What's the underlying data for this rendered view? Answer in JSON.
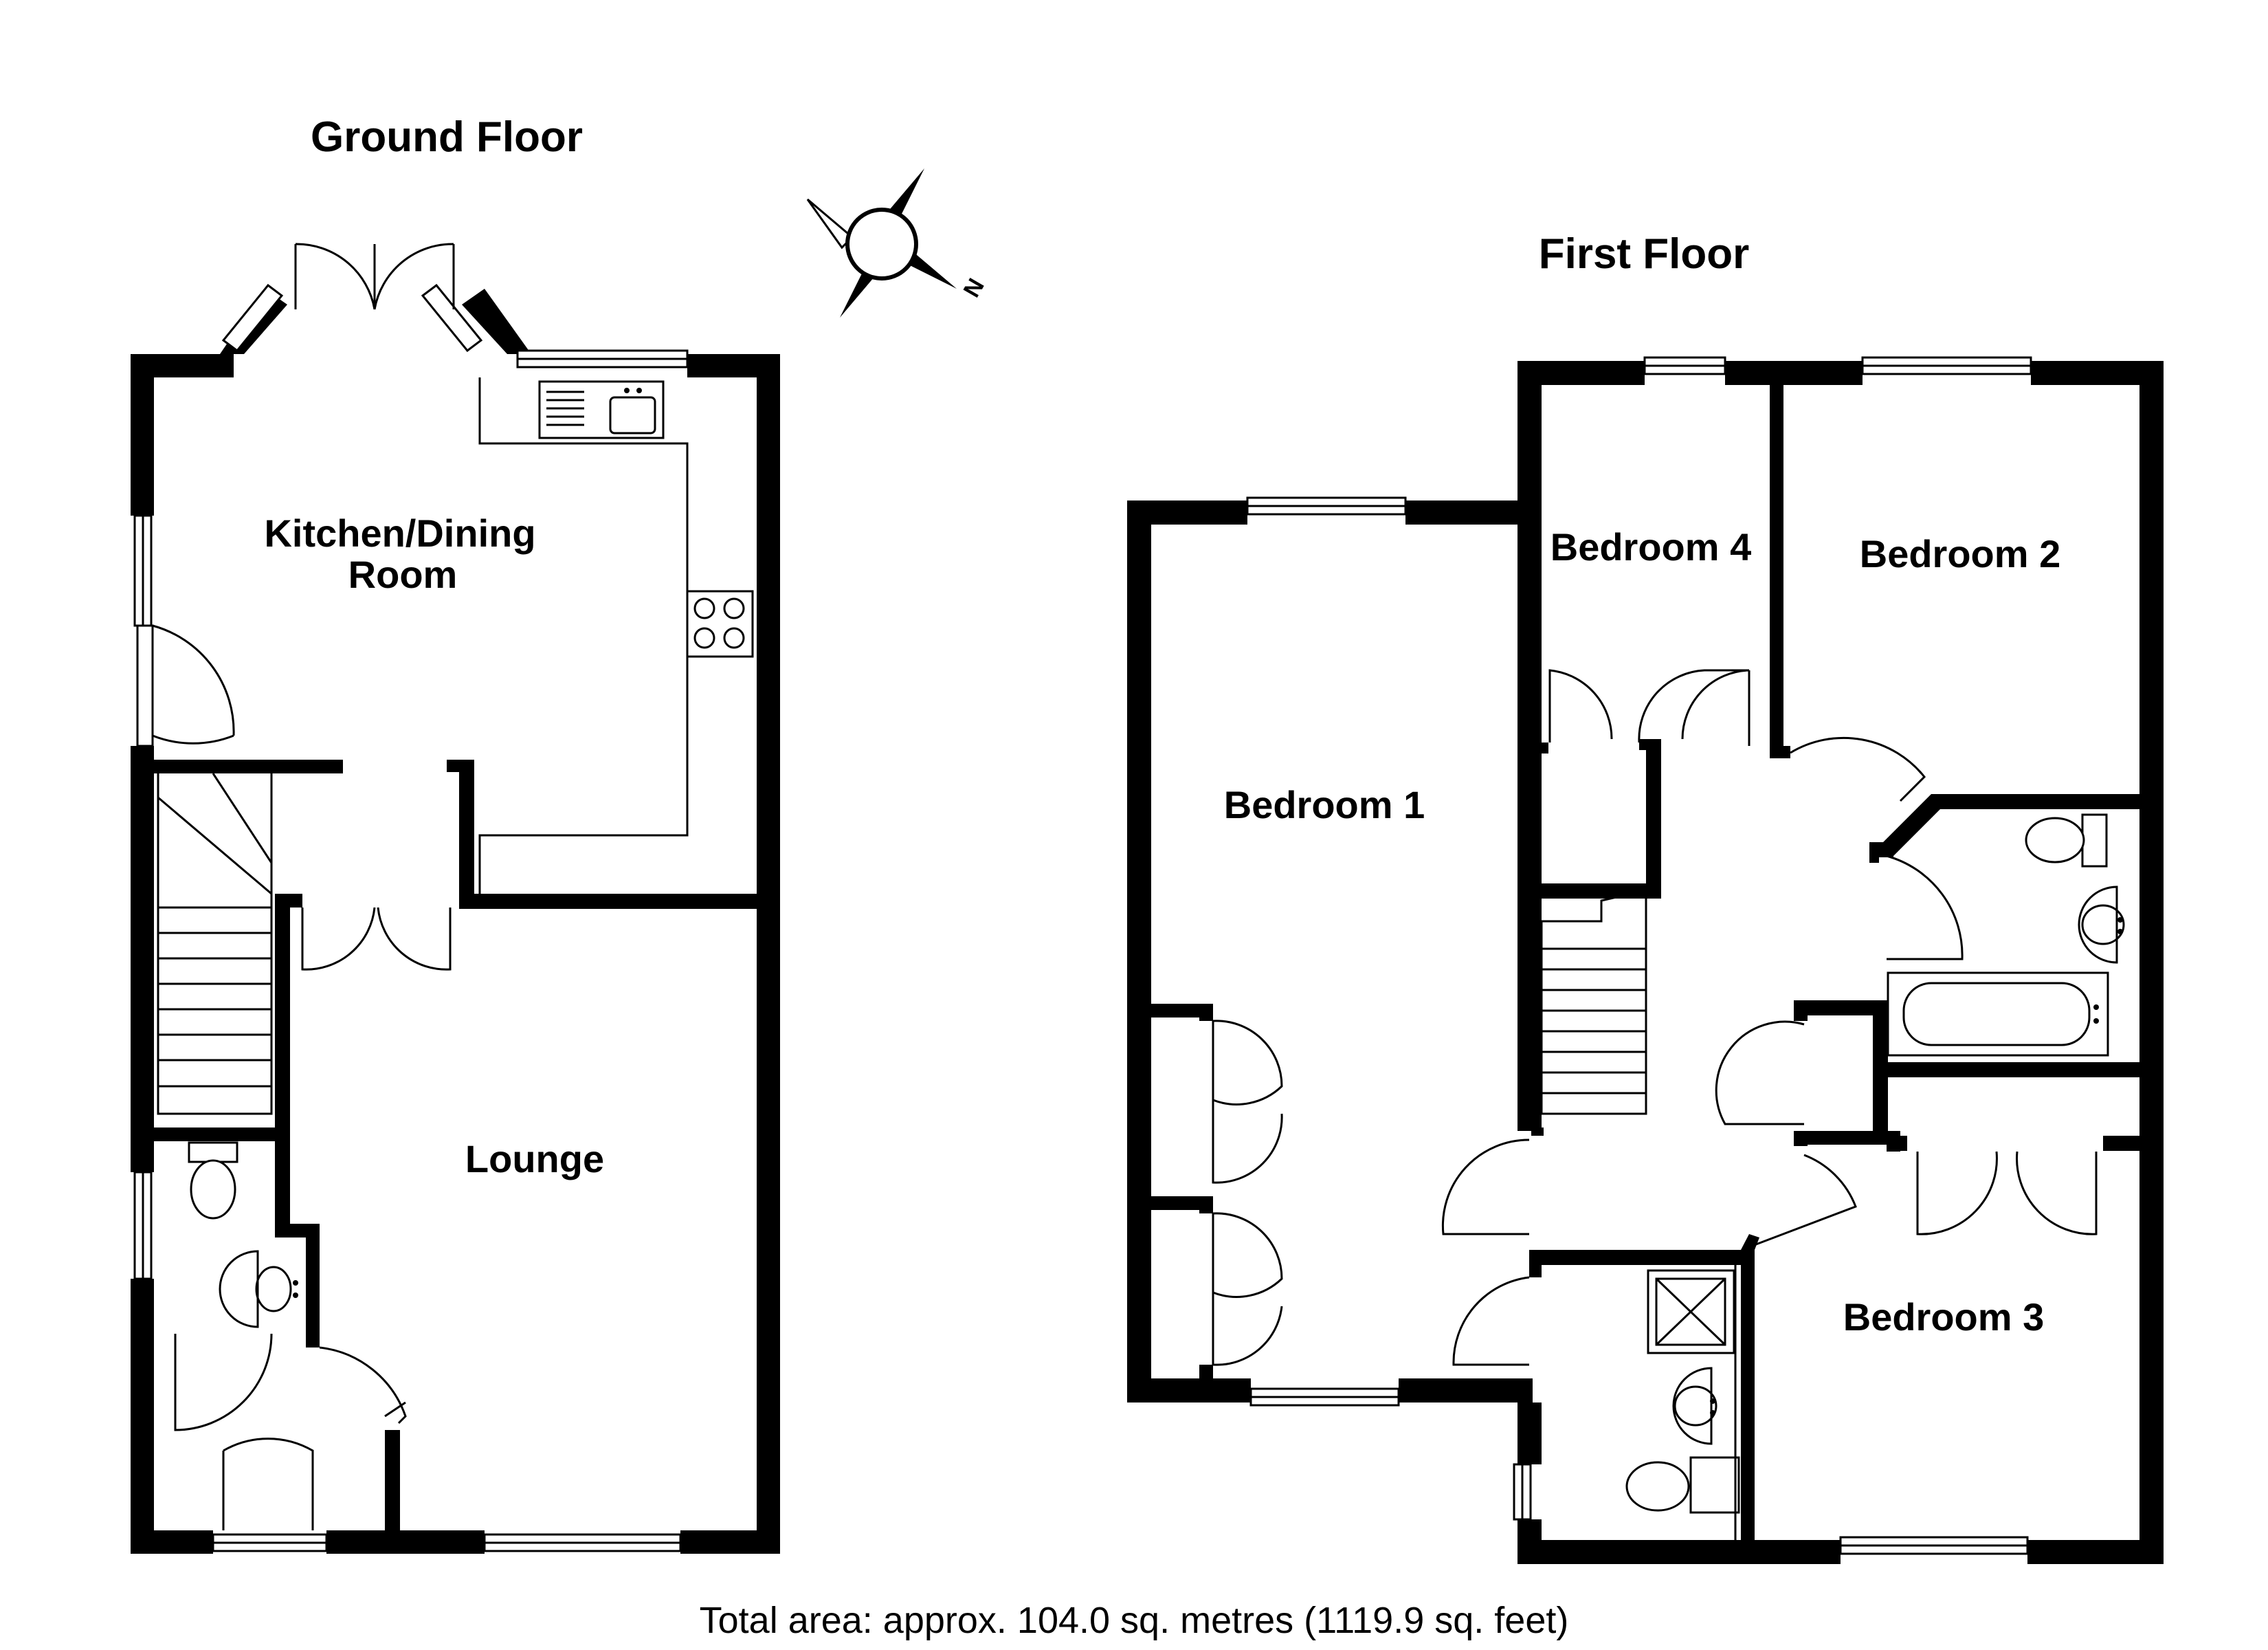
{
  "floors": {
    "ground": {
      "title": "Ground Floor",
      "rooms": {
        "kitchen_line1": "Kitchen/Dining",
        "kitchen_line2": "Room",
        "lounge": "Lounge"
      }
    },
    "first": {
      "title": "First Floor",
      "rooms": {
        "bedroom1": "Bedroom 1",
        "bedroom2": "Bedroom 2",
        "bedroom3": "Bedroom 3",
        "bedroom4": "Bedroom 4"
      }
    }
  },
  "compass": {
    "north_label": "N"
  },
  "footer": {
    "total_area": "Total area: approx. 104.0 sq. metres (1119.9 sq. feet)"
  },
  "colors": {
    "wall": "#000000",
    "background": "#ffffff"
  }
}
